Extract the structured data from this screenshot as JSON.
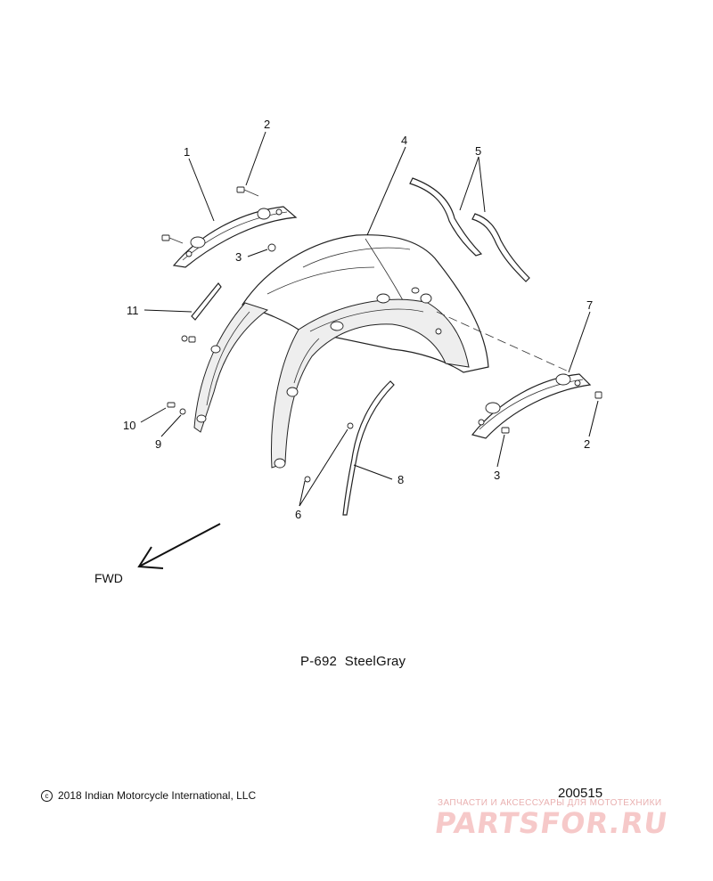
{
  "callouts": {
    "c1": "1",
    "c2a": "2",
    "c2b": "2",
    "c3a": "3",
    "c3b": "3",
    "c4": "4",
    "c5": "5",
    "c6": "6",
    "c7": "7",
    "c8": "8",
    "c9": "9",
    "c10": "10",
    "c11": "11"
  },
  "direction_label": "FWD",
  "caption": "P-692  SteelGray",
  "copyright": "2018 Indian Motorcycle International, LLC",
  "copyright_symbol": "c",
  "figure_id": "200515",
  "watermark": {
    "tagline": "ЗАПЧАСТИ И АКСЕССУАРЫ ДЛЯ МОТОТЕХНИКИ",
    "brand": "PARTSFOR.RU"
  }
}
